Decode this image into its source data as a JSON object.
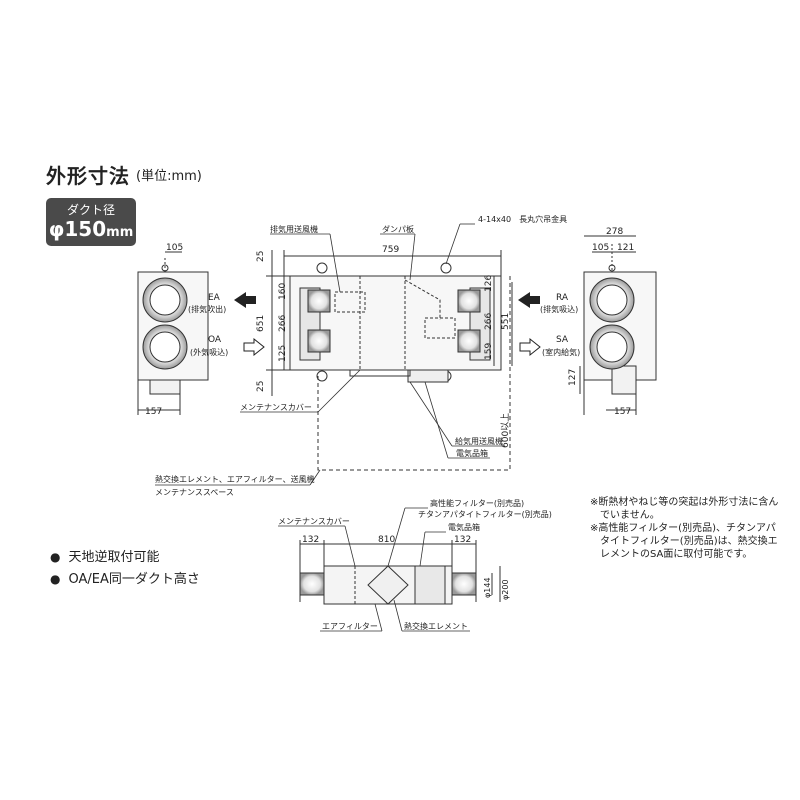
{
  "header": {
    "title": "外形寸法",
    "unit": "(単位:mm)"
  },
  "badge": {
    "label": "ダクト径",
    "diameter": "φ150",
    "unit": "mm"
  },
  "features": [
    "天地逆取付可能",
    "OA/EA同一ダクト高さ"
  ],
  "notes": [
    "※断熱材やねじ等の突起は外形寸法に含んでいません。",
    "※高性能フィルター(別売品)、チタンアパタイトフィルター(別売品)は、熱交換エレメントのSA面に取付可能です。"
  ],
  "top_view": {
    "labels": {
      "exhaust_fan": "排気用送風機",
      "damper": "ダンパ板",
      "hanger": "4-14x40　長丸穴吊金具",
      "supply_fan": "給気用送風機",
      "electrical_box": "電気品箱",
      "maintenance_cover": "メンテナンスカバー",
      "maintenance_space_1": "熱交換エレメント、エアフィルター、送風機",
      "maintenance_space_2": "メンテナンススペース",
      "clearance": "600以上"
    },
    "dims": {
      "width": "759",
      "height": "651",
      "top_margin": "25",
      "bottom_margin": "25",
      "upper": "160",
      "middle_left": "266",
      "lower_left": "125",
      "right_top": "126",
      "right_middle": "266",
      "right_lower": "159",
      "right_total": "551"
    }
  },
  "ports": {
    "ea": {
      "code": "EA",
      "name": "(排気吹出)"
    },
    "oa": {
      "code": "OA",
      "name": "(外気吸込)"
    },
    "ra": {
      "code": "RA",
      "name": "(排気吸込)"
    },
    "sa": {
      "code": "SA",
      "name": "(室内給気)"
    }
  },
  "left_view": {
    "dims": {
      "top": "105",
      "bottom": "157"
    }
  },
  "right_view": {
    "dims": {
      "total": "278",
      "left": "105",
      "right": "121",
      "height": "127",
      "bottom": "157"
    }
  },
  "side_view": {
    "labels": {
      "maintenance_cover": "メンテナンスカバー",
      "filter_1": "高性能フィルター(別売品)",
      "filter_2": "チタンアパタイトフィルター(別売品)",
      "electrical_box": "電気品箱",
      "air_filter": "エアフィルター",
      "heat_exchanger": "熱交換エレメント"
    },
    "dims": {
      "left": "132",
      "middle": "810",
      "right": "132",
      "inner_dia": "φ144",
      "outer_dia": "φ200"
    }
  }
}
